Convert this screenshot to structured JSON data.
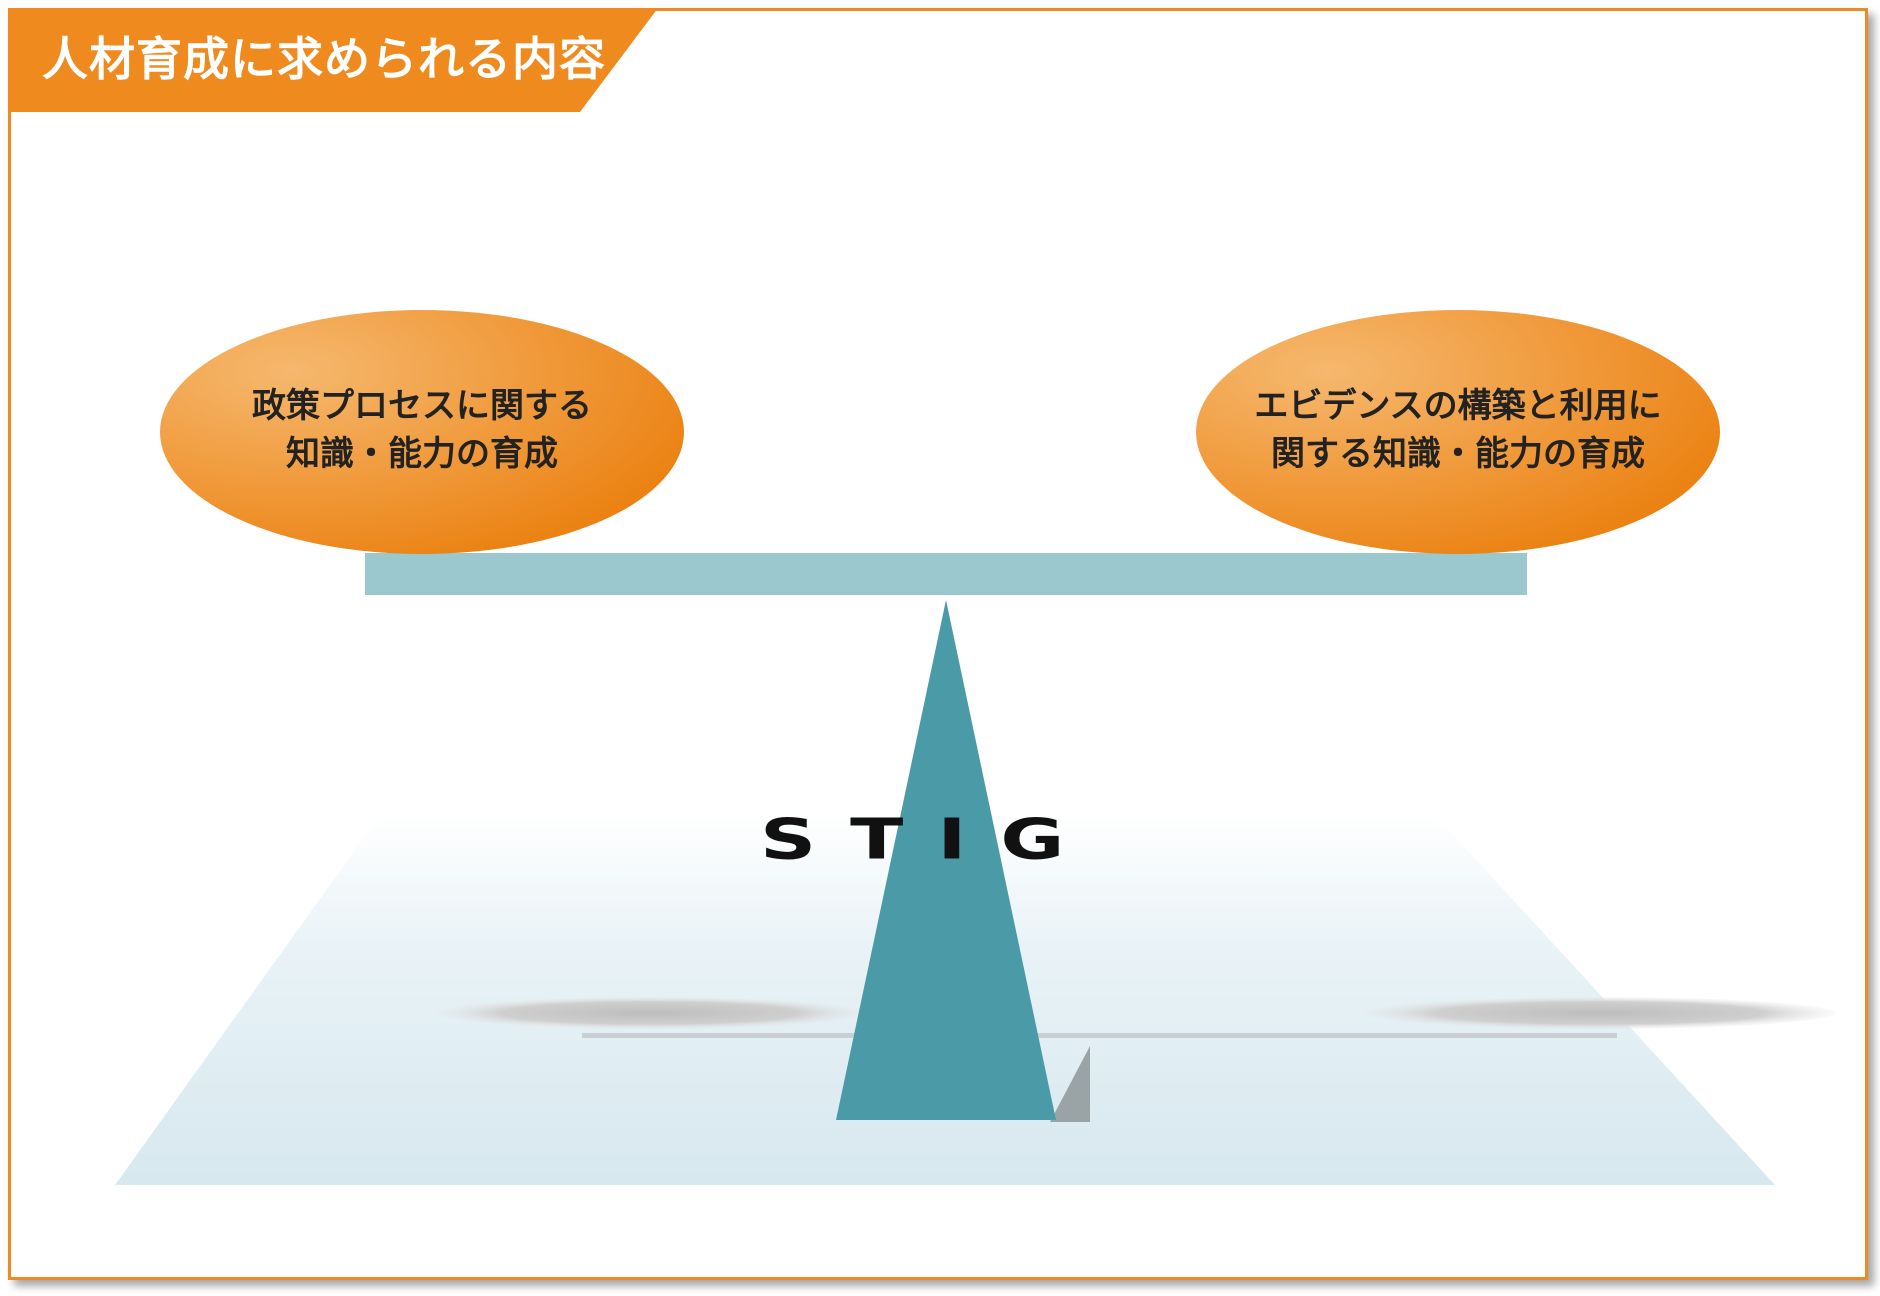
{
  "title": "人材育成に求められる内容",
  "left_weight": {
    "line1": "政策プロセスに関する",
    "line2": "知識・能力の育成"
  },
  "right_weight": {
    "line1": "エビデンスの構築と利用に",
    "line2": "関する知識・能力の育成"
  },
  "fulcrum_label": "STIG",
  "colors": {
    "accent_orange": "#ef8a1f",
    "beam": "#9bc8cf",
    "fulcrum": "#4a9aa7",
    "floor": "#dcecf2"
  }
}
